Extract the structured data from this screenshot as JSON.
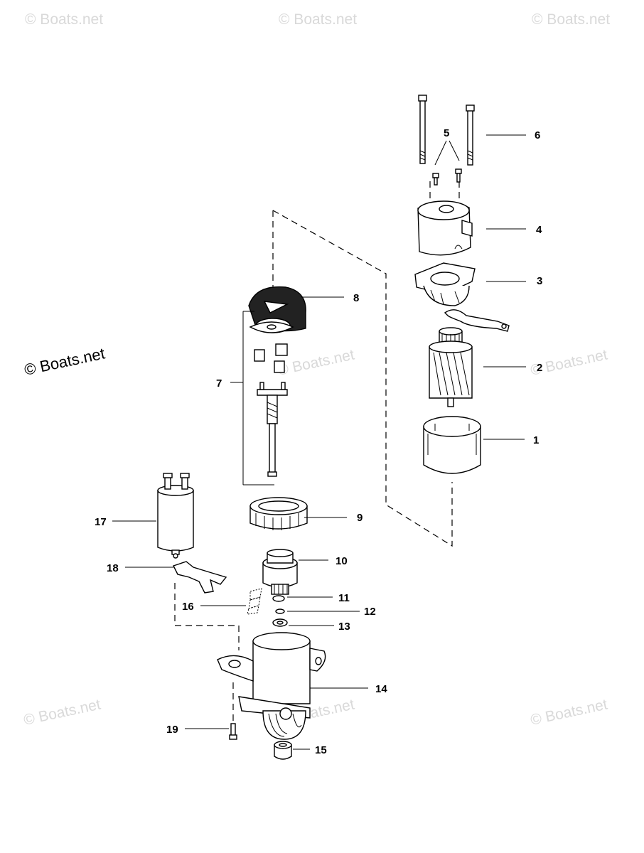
{
  "watermark": {
    "text": "© Boats.net",
    "color": "#d9d9d9",
    "dark_color": "#000000"
  },
  "callouts": [
    "1",
    "2",
    "3",
    "4",
    "5",
    "6",
    "7",
    "8",
    "9",
    "10",
    "11",
    "12",
    "13",
    "14",
    "15",
    "16",
    "17",
    "18",
    "19"
  ],
  "parts": {
    "housing": "part-1",
    "armature": "part-2",
    "brush-plate": "part-3",
    "end-cap": "part-4",
    "screws": "part-5",
    "through-bolts": "part-6",
    "planetary-gear-set": "part-7",
    "cover": "part-8",
    "ring-gear": "part-9",
    "drive-pinion": "part-10",
    "stop-ring": "part-11",
    "retainer": "part-12",
    "collar": "part-13",
    "drive-housing": "part-14",
    "bushing": "part-15",
    "plunger-spring": "part-16",
    "solenoid": "part-17",
    "shift-fork": "part-18",
    "bolt": "part-19"
  }
}
